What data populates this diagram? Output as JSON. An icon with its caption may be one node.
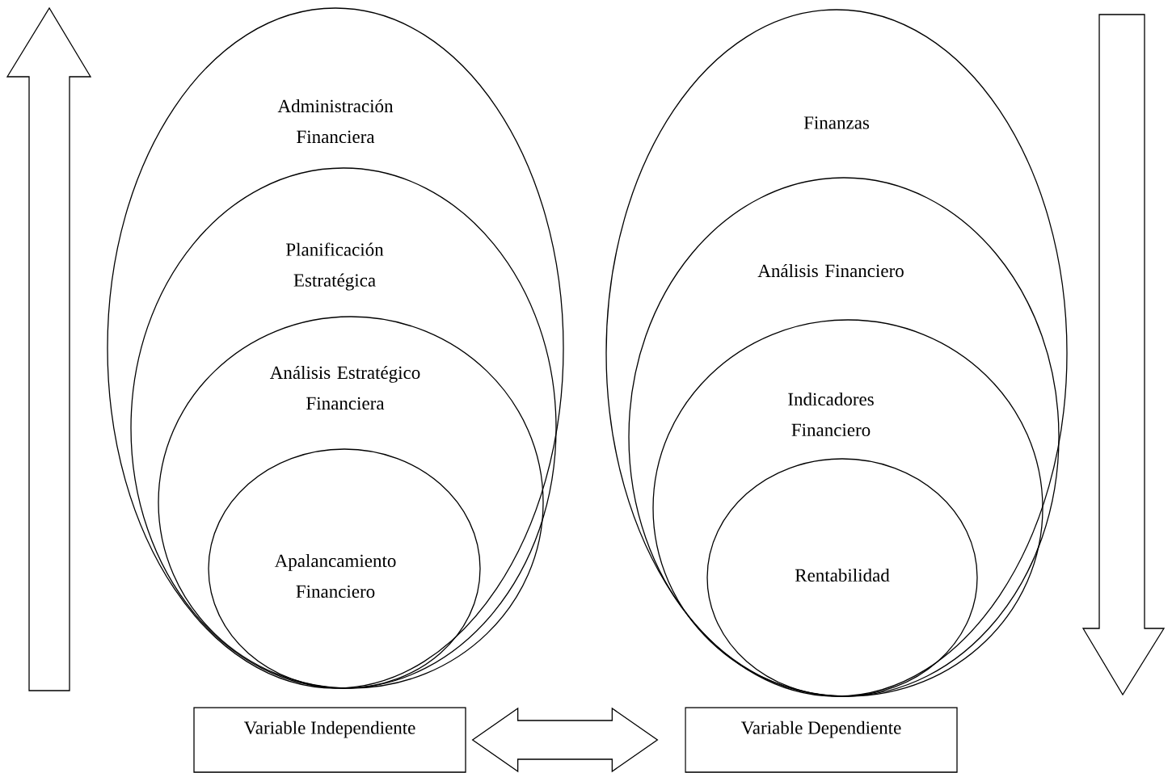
{
  "diagram": {
    "nodes": [
      {
        "text": [
          "Administración Financiera"
        ]
      },
      {
        "text": [
          "Planificación Estratégica"
        ],
        "in": 0
      },
      {
        "text": [
          "Análisis Estratégico Financiera"
        ],
        "in": 1
      },
      {
        "text": [
          "Apalancamiento Financiero"
        ],
        "in": 2
      },
      {
        "text": [
          "Finanzas"
        ]
      },
      {
        "text": [
          "Análisis Financiero"
        ],
        "in": 4
      },
      {
        "text": [
          "Indicadores Financiero"
        ],
        "in": 5
      },
      {
        "text": [
          "Rentabilidad"
        ],
        "in": 6
      },
      {
        "text": [
          "Variable Independiente"
        ]
      },
      {
        "text": [
          "Variable Dependiente"
        ]
      }
    ],
    "edges": [
      {
        "from": 8,
        "to": 9,
        "arrow": "both"
      }
    ]
  }
}
